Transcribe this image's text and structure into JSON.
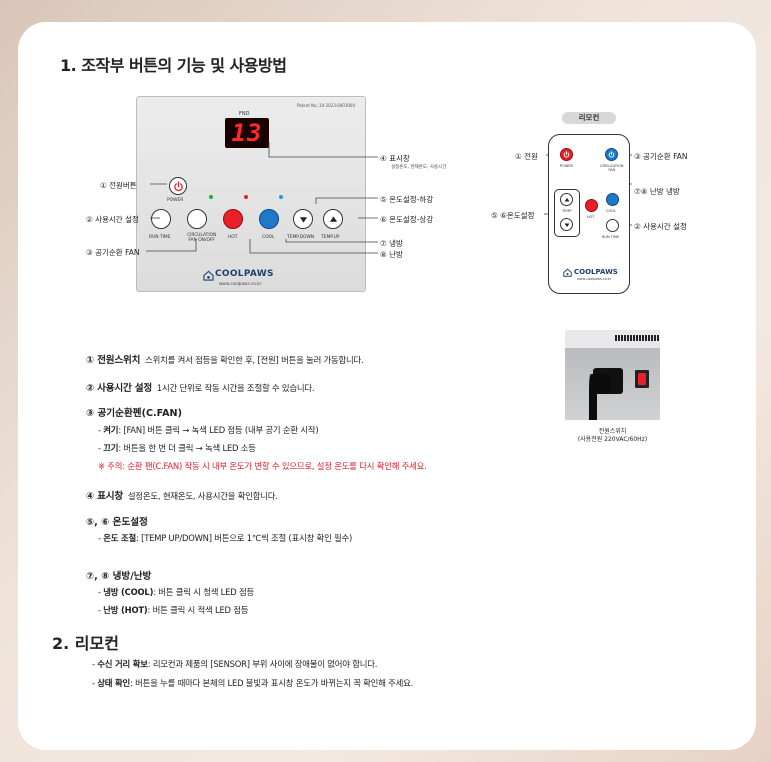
{
  "section1_title": "1. 조작부 버튼의 기능 및 사용방법",
  "section2_title": "2. 리모컨",
  "panel": {
    "patent": "Patent No.:10-2023-0003000",
    "fnd_label": "FND",
    "display_value": "13",
    "power_label": "POWER",
    "run_time_label": "RUN TIME",
    "circulation_label_1": "CIRCULATION",
    "circulation_label_2": "FAN ON/OFF",
    "hot_label": "HOT",
    "cool_label": "COOL",
    "temp_down_label": "TEMP.DOWN",
    "temp_up_label": "TEMP.UP",
    "brand": "COOLPAWS",
    "website": "www.coolpaws.co.kr"
  },
  "panel_callouts": {
    "power": "① 전원버튼",
    "run_time": "② 사용시간 설정",
    "fan": "③ 공기순환 FAN",
    "display": "④ 표시창",
    "display_sub": "설정온도, 현재온도, 사용시간",
    "temp_down": "⑤ 온도설정-하강",
    "temp_up": "⑥ 온도설정-상강",
    "cool": "⑦ 냉방",
    "hot": "⑧ 난방"
  },
  "remote": {
    "tag": "리모컨",
    "power_label": "POWER",
    "fan_label_1": "CIRCULATION",
    "fan_label_2": "FAN",
    "temp_label": "TEMP",
    "hot_label": "HOT",
    "cool_label": "COOL",
    "run_time_label": "RUN TIME",
    "brand": "COOLPAWS",
    "website": "www.coolpaws.co.kr",
    "callouts": {
      "power": "① 전원",
      "fan": "③ 공기순환 FAN",
      "hot_cool": "⑦⑧ 난방 냉방",
      "temp": "⑤ ⑥온도설정",
      "run_time": "② 사용시간 설정"
    }
  },
  "photo_caption_1": "전원스위치",
  "photo_caption_2": "(사용전원 220VAC/60Hz)",
  "items": {
    "i1_head": "① 전원스위치",
    "i1_text": "스위치를 켜서 점등을 확인한 후, [전원] 버튼을 눌러 가동합니다.",
    "i2_head": "② 사용시간 설정",
    "i2_text": "1시간 단위로 작동 시간을 조절할 수 있습니다.",
    "i3_head": "③ 공기순환펜(C.FAN)",
    "i3_on_key": "켜기",
    "i3_on_text": ": [FAN] 버튼 클릭 → 녹색 LED 점등 (내부 공기 순환 시작)",
    "i3_off_key": "끄기",
    "i3_off_text": ": 버튼을 한 번 더 클릭 → 녹색 LED 소등",
    "i3_warn": "※ 주의: 순환 팬(C.FAN) 작동 시 내부 온도가 변할 수 있으므로, 설정 온도를 다시 확인해 주세요.",
    "i4_head": "④ 표시창",
    "i4_text": "설정온도, 현재온도, 사용시간을 확인합니다.",
    "i56_head": "⑤, ⑥ 온도설정",
    "i56_key": "온도 조절",
    "i56_text": ": [TEMP UP/DOWN] 버튼으로 1℃씩 조절 (표시창 확인 필수)",
    "i78_head": "⑦, ⑧ 냉방/난방",
    "i78_cool_key": "냉방 (COOL)",
    "i78_cool_text": ": 버튼 클릭 시 청색 LED 점등",
    "i78_hot_key": "난방 (HOT)",
    "i78_hot_text": ": 버튼 클릭 시 적색 LED 점등",
    "r1_key": "수신 거리 확보",
    "r1_text": ": 리모컨과 제품의 [SENSOR] 부위 사이에 장애물이 없어야 합니다.",
    "r2_key": "상태 확인",
    "r2_text": ": 버튼을 누를 때마다 본체의 LED 불빛과 표시창 온도가 바뀌는지 꼭 확인해 주세요."
  },
  "colors": {
    "hot": "#e8202a",
    "cool": "#1f78c8",
    "led_green": "#1fae3a",
    "led_red": "#e8202a",
    "led_blue": "#1f9be0",
    "warning": "#e0202a",
    "brand": "#1f3f6e"
  },
  "icons": [
    "power-icon",
    "chevron-down-icon",
    "chevron-up-icon",
    "paw-house-icon",
    "power-plug-icon"
  ]
}
